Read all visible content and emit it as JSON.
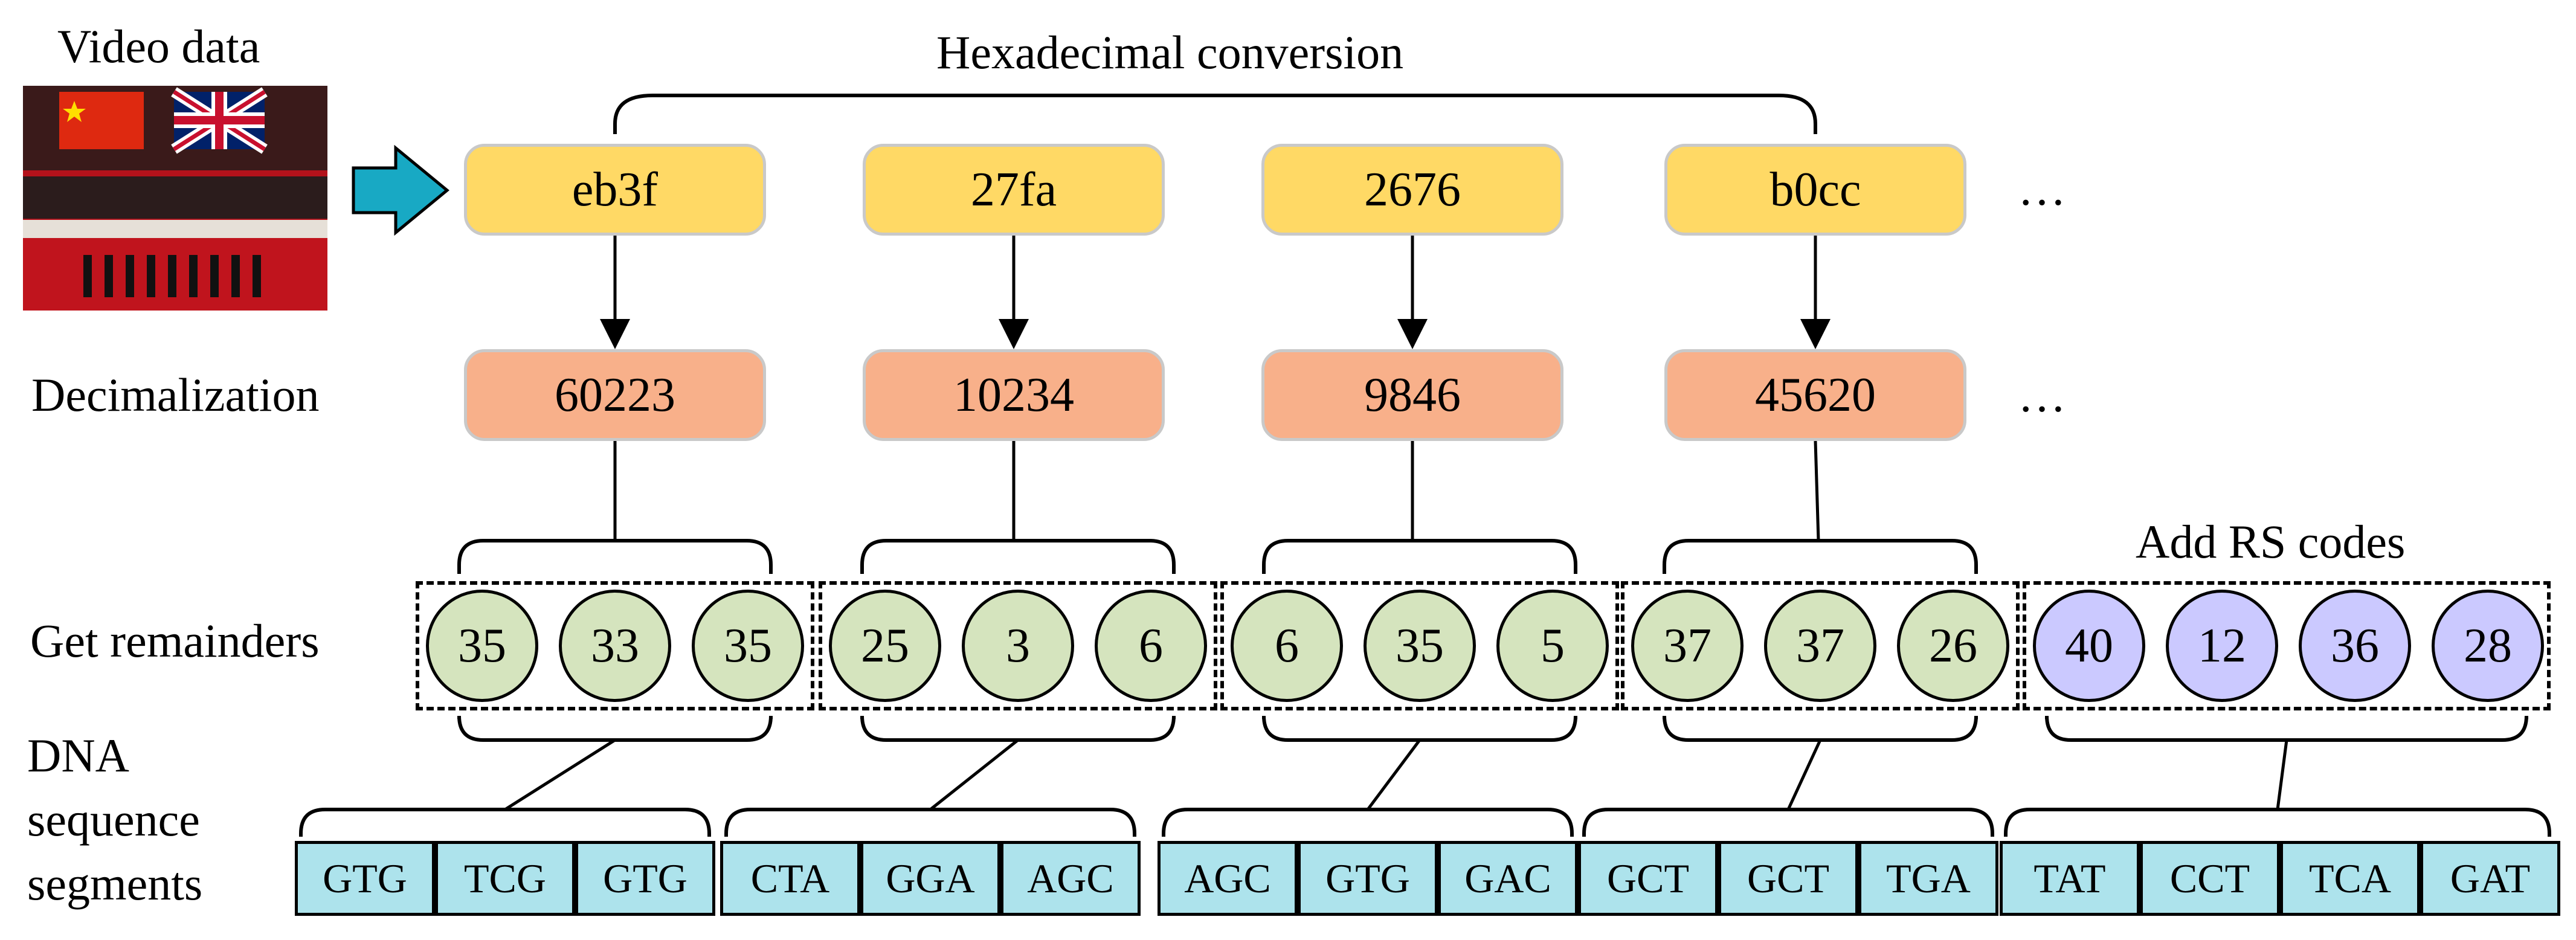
{
  "labels": {
    "video_data": "Video data",
    "hex_conversion": "Hexadecimal conversion",
    "decimalization": "Decimalization",
    "get_remainders": "Get remainders",
    "dna_line1": "DNA",
    "dna_line2": "sequence",
    "dna_line3": "segments",
    "add_rs": "Add RS codes",
    "ellipsis": "…"
  },
  "hex_values": [
    "eb3f",
    "27fa",
    "2676",
    "b0cc"
  ],
  "decimal_values": [
    "60223",
    "10234",
    "9846",
    "45620"
  ],
  "remainders": [
    [
      "35",
      "33",
      "35"
    ],
    [
      "25",
      "3",
      "6"
    ],
    [
      "6",
      "35",
      "5"
    ],
    [
      "37",
      "37",
      "26"
    ]
  ],
  "rs_codes": [
    "40",
    "12",
    "36",
    "28"
  ],
  "dna_segments": [
    [
      "GTG",
      "TCG",
      "GTG"
    ],
    [
      "CTA",
      "GGA",
      "AGC"
    ],
    [
      "AGC",
      "GTG",
      "GAC"
    ],
    [
      "GCT",
      "GCT",
      "TGA"
    ],
    [
      "TAT",
      "CCT",
      "TCA",
      "GAT"
    ]
  ],
  "colors": {
    "hex_box": "#FFD965",
    "decimal_box": "#F8B08A",
    "remainder_circle": "#D5E4BE",
    "rs_circle": "#CBC9FF",
    "dna_box": "#ADE3EC",
    "arrow": "#18A9C4"
  }
}
